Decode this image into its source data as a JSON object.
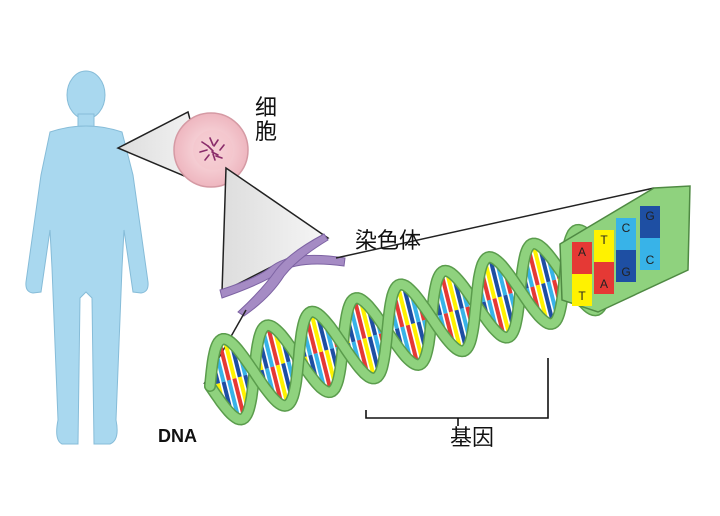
{
  "labels": {
    "cell_line1": "细",
    "cell_line2": "胞",
    "chromosome": "染色体",
    "dna": "DNA",
    "gene": "基因"
  },
  "bases": {
    "top_row": [
      "A",
      "T",
      "C",
      "G"
    ],
    "bottom_row": [
      "T",
      "A",
      "G",
      "C"
    ]
  },
  "colors": {
    "body": "#a9d8ef",
    "cell": "#f6d1d6",
    "chromosome": "#a58bc4",
    "backbone": "#8fd27e",
    "base_a": "#e53935",
    "base_t": "#fff200",
    "base_g": "#1e4fa3",
    "base_c": "#38b3e8"
  }
}
